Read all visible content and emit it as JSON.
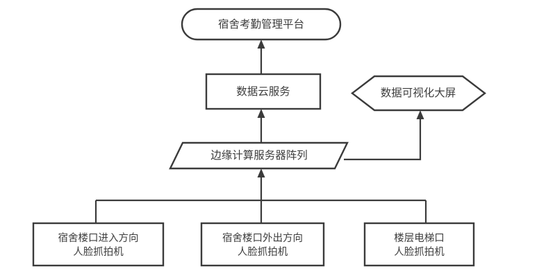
{
  "diagram": {
    "type": "flowchart",
    "orientation": "bottom-up",
    "background_color": "#ffffff",
    "line_color": "#3b3b3b",
    "text_color": "#3d3d3d",
    "nodes": {
      "platform": {
        "label": "宿舍考勤管理平台",
        "shape": "stadium"
      },
      "cloud_service": {
        "label": "数据云服务",
        "shape": "rectangle"
      },
      "visualization": {
        "label": "数据可视化大屏",
        "shape": "hexagon"
      },
      "edge_servers": {
        "label": "边缘计算服务器阵列",
        "shape": "parallelogram"
      },
      "camera_in": {
        "line1": "宿舍楼口进入方向",
        "line2": "人脸抓拍机",
        "shape": "rectangle"
      },
      "camera_out": {
        "line1": "宿舍楼口外出方向",
        "line2": "人脸抓拍机",
        "shape": "rectangle"
      },
      "camera_elevator": {
        "line1": "楼层电梯口",
        "line2": "人脸抓拍机",
        "shape": "rectangle"
      }
    },
    "edges": [
      {
        "from": "cloud_service",
        "to": "platform",
        "arrow": true
      },
      {
        "from": "edge_servers",
        "to": "cloud_service",
        "arrow": true
      },
      {
        "from": "edge_servers",
        "to": "visualization",
        "arrow": true
      },
      {
        "from": "cameras_bus",
        "to": "edge_servers",
        "arrow": true
      },
      {
        "from": "camera_in",
        "to": "cameras_bus",
        "arrow": false
      },
      {
        "from": "camera_out",
        "to": "cameras_bus",
        "arrow": false
      },
      {
        "from": "camera_elevator",
        "to": "cameras_bus",
        "arrow": false
      }
    ]
  }
}
